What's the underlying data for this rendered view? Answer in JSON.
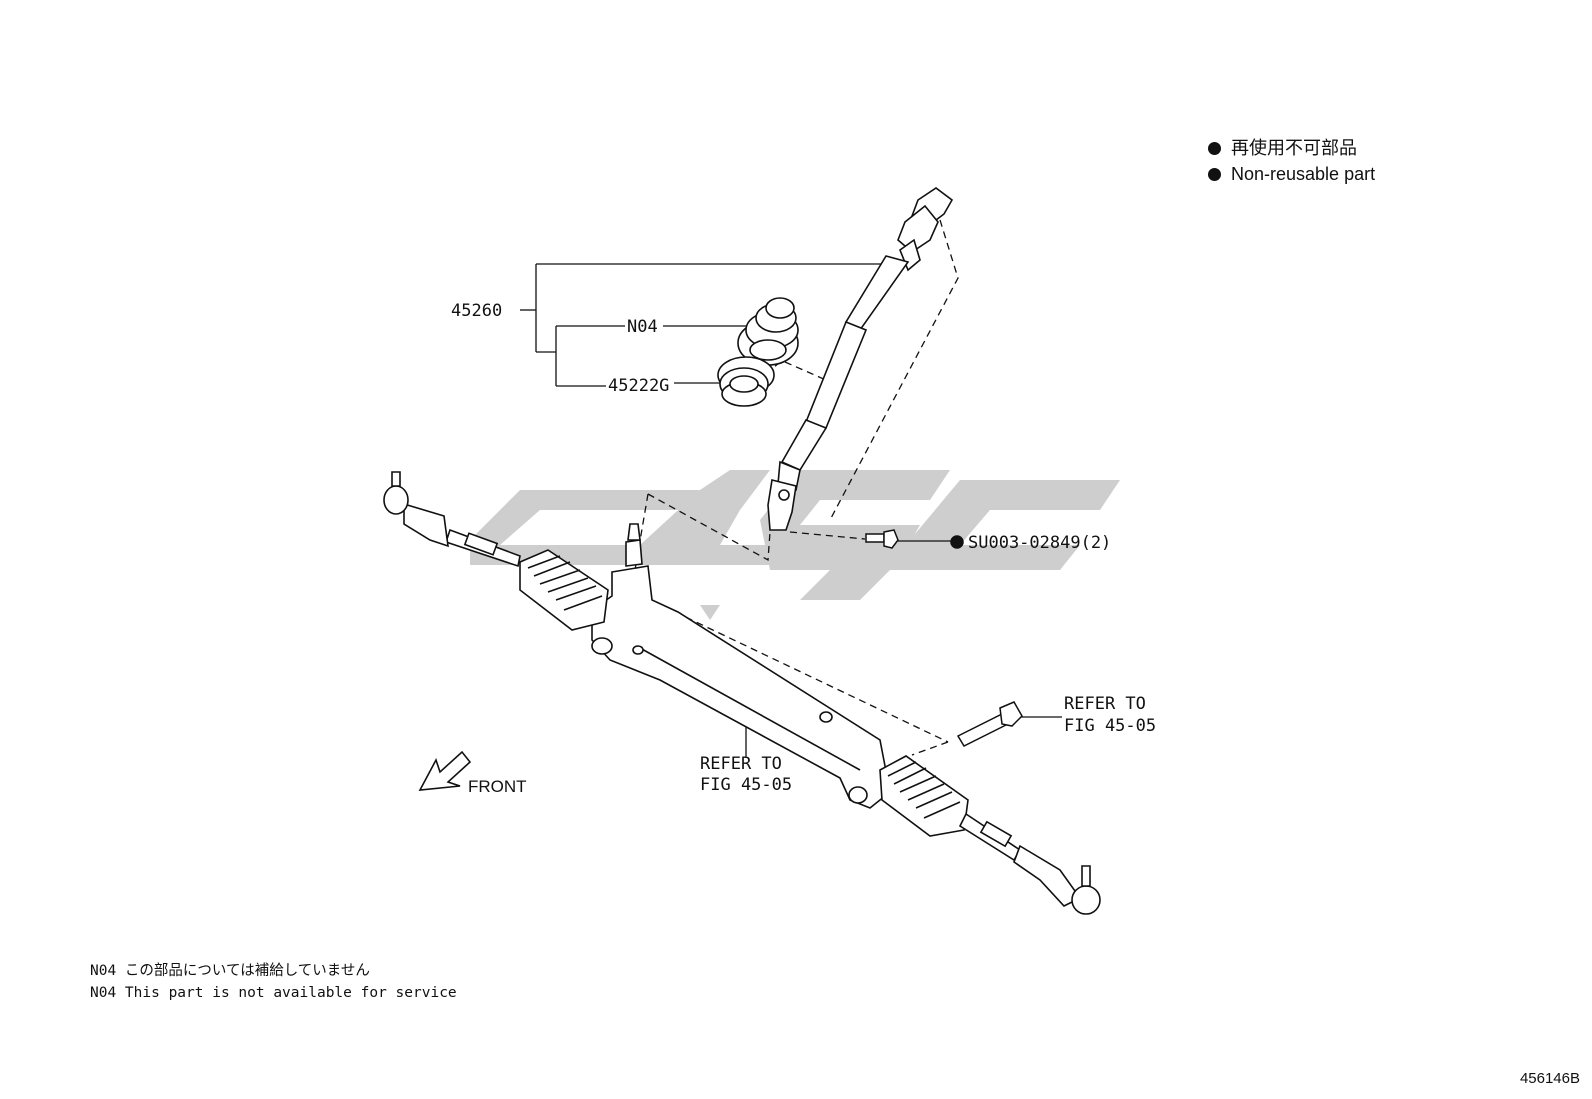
{
  "legend": {
    "items": [
      {
        "text_ja": "再使用不可部品"
      },
      {
        "text_en": "Non-reusable part"
      }
    ]
  },
  "callouts": {
    "shaft_assembly": "45260",
    "boot": "N04",
    "seal": "45222G",
    "bolt": "SU003-02849(2)",
    "refer_right_line1": "REFER TO",
    "refer_right_line2": "FIG 45-05",
    "refer_mid_line1": "REFER TO",
    "refer_mid_line2": "FIG 45-05",
    "front": "FRONT"
  },
  "notes": {
    "line1": "N04 この部品については補給していません",
    "line2": "N04 This part is not available for service"
  },
  "figure_id": "456146B",
  "colors": {
    "line": "#111111",
    "watermark": "#c9c9c9"
  }
}
